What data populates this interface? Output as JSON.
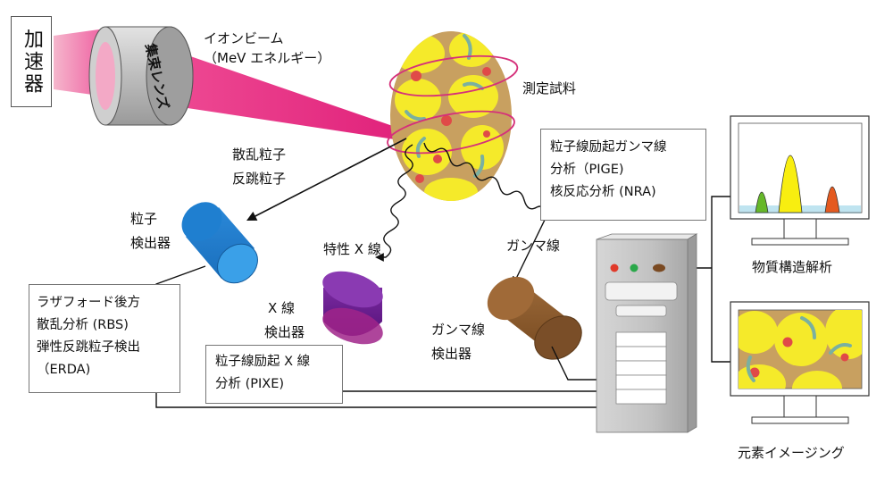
{
  "accelerator": {
    "label": "加速器"
  },
  "focusing_lens": {
    "label": "集束レンズ"
  },
  "ion_beam": {
    "line1": "イオンビーム",
    "line2": "（MeV エネルギー）"
  },
  "sample": {
    "label": "測定試料"
  },
  "scattered": {
    "line1": "散乱粒子",
    "line2": "反跳粒子"
  },
  "particle_detector": {
    "line1": "粒子",
    "line2": "検出器"
  },
  "xray_char": {
    "label": "特性 X 線"
  },
  "xray_detector": {
    "line1": "X 線",
    "line2": "検出器"
  },
  "gamma": {
    "label": "ガンマ線"
  },
  "gamma_detector": {
    "line1": "ガンマ線",
    "line2": "検出器"
  },
  "rbs_box": {
    "line1": "ラザフォード後方",
    "line2": "散乱分析 (RBS)",
    "line3": "弾性反跳粒子検出",
    "line4": "（ERDA)"
  },
  "pixe_box": {
    "line1": "粒子線励起 X 線",
    "line2": "分析 (PIXE)"
  },
  "pige_box": {
    "line1": "粒子線励起ガンマ線",
    "line2": "分析（PIGE)",
    "line3": "核反応分析 (NRA)"
  },
  "structure_monitor": {
    "label": "物質構造解析"
  },
  "imaging_monitor": {
    "label": "元素イメージング"
  },
  "colors": {
    "beam": "#ee4a93",
    "particle_detector": "#1a6fbd",
    "xray_detector": "#6a1a8c",
    "gamma_detector": "#8a5a2c",
    "sample_base": "#c8a060",
    "cell_yellow": "#f5ea2a",
    "peak_green": "#66b82a",
    "peak_yellow": "#f8ee10",
    "peak_orange": "#e45a20"
  }
}
